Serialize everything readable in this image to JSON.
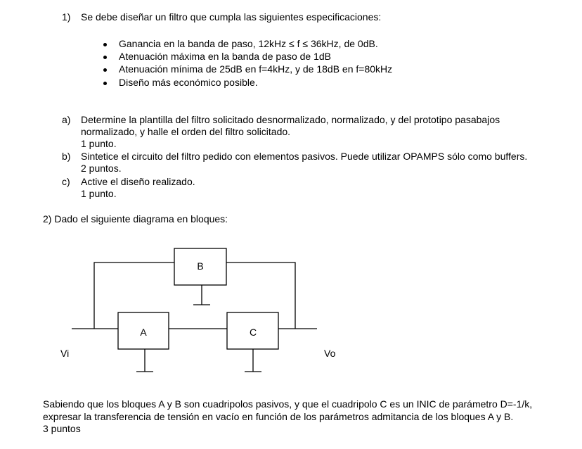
{
  "problem1": {
    "number": "1)",
    "intro": "Se debe diseñar un filtro que cumpla las siguientes especificaciones:",
    "specs": [
      "Ganancia en la banda de paso, 12kHz ≤ f ≤ 36kHz, de 0dB.",
      "Atenuación máxima en la banda de paso de 1dB",
      "Atenuación mínima de 25dB en f=4kHz, y de 18dB en f=80kHz",
      "Diseño más económico posible."
    ],
    "parts": [
      {
        "letter": "a)",
        "lines": [
          "Determine la plantilla del filtro solicitado desnormalizado, normalizado, y del prototipo pasabajos",
          "normalizado, y halle el orden del filtro solicitado."
        ],
        "points": "1 punto."
      },
      {
        "letter": "b)",
        "lines": [
          "Sintetice el circuito del filtro pedido con elementos pasivos. Puede utilizar OPAMPS sólo como buffers."
        ],
        "points": "2 puntos."
      },
      {
        "letter": "c)",
        "lines": [
          "Active el diseño realizado."
        ],
        "points": "1 punto."
      }
    ]
  },
  "problem2": {
    "intro": "2) Dado el siguiente diagrama en bloques:",
    "diagram": {
      "block_a": "A",
      "block_b": "B",
      "block_c": "C",
      "input_label": "Vi",
      "output_label": "Vo"
    },
    "statement": [
      "Sabiendo que los bloques A y B son cuadripolos pasivos, y que el cuadripolo C es un INIC de parámetro D=-1/k,",
      "expresar la transferencia de tensión en vacío en función de los parámetros admitancia de los bloques A y B."
    ],
    "points": "3 puntos"
  }
}
